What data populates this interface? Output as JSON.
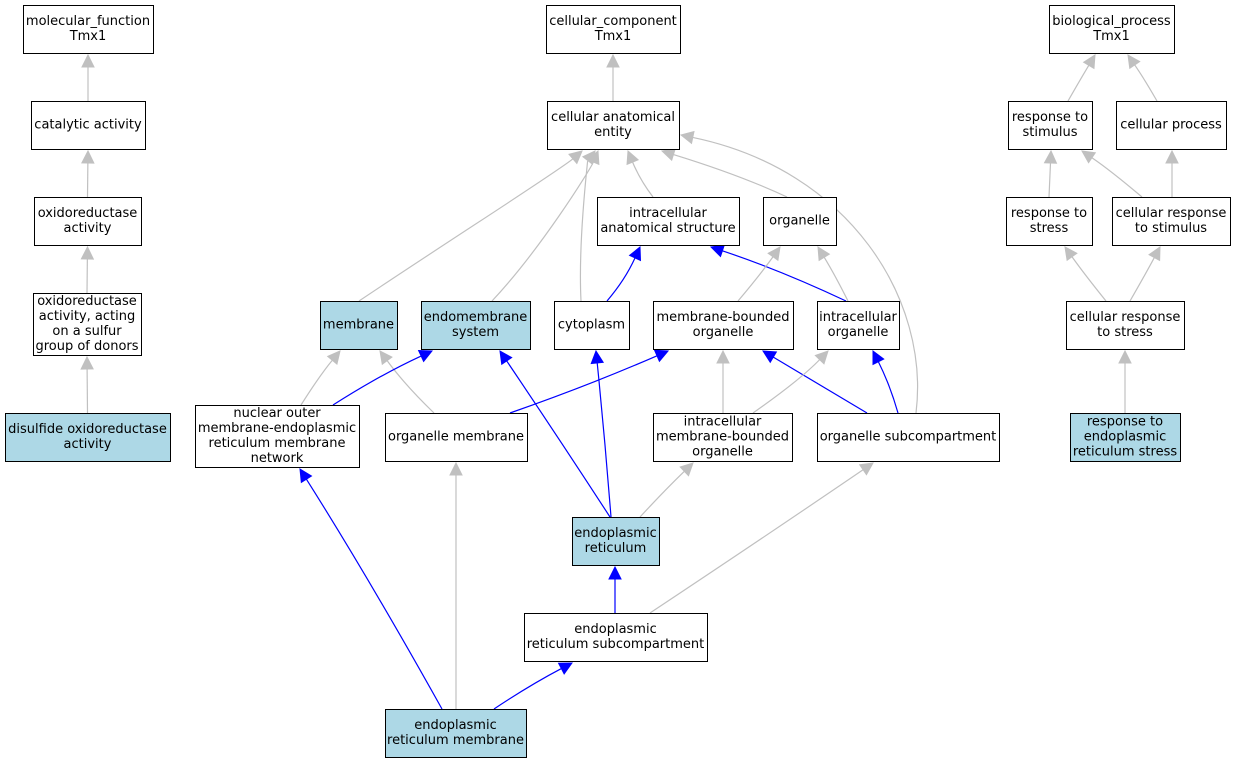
{
  "colors": {
    "highlight_fill": "#add8e6",
    "default_fill": "#ffffff",
    "grey_edge": "#c0c0c0",
    "blue_edge": "#0000ff"
  },
  "nodes": [
    {
      "id": "mf_root",
      "lines": [
        "molecular_function",
        "Tmx1"
      ],
      "highlight": false
    },
    {
      "id": "catalytic",
      "lines": [
        "catalytic activity"
      ],
      "highlight": false
    },
    {
      "id": "oxidored",
      "lines": [
        "oxidoreductase",
        "activity"
      ],
      "highlight": false
    },
    {
      "id": "oxidored_s",
      "lines": [
        "oxidoreductase",
        "activity, acting",
        "on a sulfur",
        "group of donors"
      ],
      "highlight": false
    },
    {
      "id": "disulfide",
      "lines": [
        "disulfide oxidoreductase",
        "activity"
      ],
      "highlight": true
    },
    {
      "id": "cc_root",
      "lines": [
        "cellular_component",
        "Tmx1"
      ],
      "highlight": false
    },
    {
      "id": "cae",
      "lines": [
        "cellular anatomical",
        "entity"
      ],
      "highlight": false
    },
    {
      "id": "ias",
      "lines": [
        "intracellular",
        "anatomical structure"
      ],
      "highlight": false
    },
    {
      "id": "organelle",
      "lines": [
        "organelle"
      ],
      "highlight": false
    },
    {
      "id": "membrane",
      "lines": [
        "membrane"
      ],
      "highlight": true
    },
    {
      "id": "endomem",
      "lines": [
        "endomembrane",
        "system"
      ],
      "highlight": true
    },
    {
      "id": "cytoplasm",
      "lines": [
        "cytoplasm"
      ],
      "highlight": false
    },
    {
      "id": "mbo",
      "lines": [
        "membrane-bounded",
        "organelle"
      ],
      "highlight": false
    },
    {
      "id": "io",
      "lines": [
        "intracellular",
        "organelle"
      ],
      "highlight": false
    },
    {
      "id": "nomern",
      "lines": [
        "nuclear outer",
        "membrane-endoplasmic",
        "reticulum membrane",
        "network"
      ],
      "highlight": false
    },
    {
      "id": "orgmem",
      "lines": [
        "organelle membrane"
      ],
      "highlight": false
    },
    {
      "id": "imbo",
      "lines": [
        "intracellular",
        "membrane-bounded",
        "organelle"
      ],
      "highlight": false
    },
    {
      "id": "osub",
      "lines": [
        "organelle subcompartment"
      ],
      "highlight": false
    },
    {
      "id": "er",
      "lines": [
        "endoplasmic",
        "reticulum"
      ],
      "highlight": true
    },
    {
      "id": "ersub",
      "lines": [
        "endoplasmic",
        "reticulum subcompartment"
      ],
      "highlight": false
    },
    {
      "id": "ermem",
      "lines": [
        "endoplasmic",
        "reticulum membrane"
      ],
      "highlight": true
    },
    {
      "id": "bp_root",
      "lines": [
        "biological_process",
        "Tmx1"
      ],
      "highlight": false
    },
    {
      "id": "rts",
      "lines": [
        "response to",
        "stimulus"
      ],
      "highlight": false
    },
    {
      "id": "cp",
      "lines": [
        "cellular process"
      ],
      "highlight": false
    },
    {
      "id": "rtstress",
      "lines": [
        "response to",
        "stress"
      ],
      "highlight": false
    },
    {
      "id": "crts",
      "lines": [
        "cellular response",
        "to stimulus"
      ],
      "highlight": false
    },
    {
      "id": "crtstress",
      "lines": [
        "cellular response",
        "to stress"
      ],
      "highlight": false
    },
    {
      "id": "rters",
      "lines": [
        "response to",
        "endoplasmic",
        "reticulum stress"
      ],
      "highlight": true
    }
  ],
  "edges": [
    {
      "from": "catalytic",
      "to": "mf_root",
      "color": "grey"
    },
    {
      "from": "oxidored",
      "to": "catalytic",
      "color": "grey"
    },
    {
      "from": "oxidored_s",
      "to": "oxidored",
      "color": "grey"
    },
    {
      "from": "disulfide",
      "to": "oxidored_s",
      "color": "grey"
    },
    {
      "from": "cae",
      "to": "cc_root",
      "color": "grey"
    },
    {
      "from": "ias",
      "to": "cae",
      "color": "grey"
    },
    {
      "from": "organelle",
      "to": "cae",
      "color": "grey"
    },
    {
      "from": "membrane",
      "to": "cae",
      "color": "grey"
    },
    {
      "from": "endomem",
      "to": "cae",
      "color": "grey"
    },
    {
      "from": "cytoplasm",
      "to": "cae",
      "color": "grey"
    },
    {
      "from": "osub",
      "to": "cae",
      "color": "grey"
    },
    {
      "from": "cytoplasm",
      "to": "ias",
      "color": "blue"
    },
    {
      "from": "io",
      "to": "ias",
      "color": "blue"
    },
    {
      "from": "mbo",
      "to": "organelle",
      "color": "grey"
    },
    {
      "from": "io",
      "to": "organelle",
      "color": "grey"
    },
    {
      "from": "nomern",
      "to": "membrane",
      "color": "grey"
    },
    {
      "from": "orgmem",
      "to": "membrane",
      "color": "grey"
    },
    {
      "from": "nomern",
      "to": "endomem",
      "color": "blue"
    },
    {
      "from": "orgmem",
      "to": "mbo",
      "color": "blue"
    },
    {
      "from": "imbo",
      "to": "mbo",
      "color": "grey"
    },
    {
      "from": "osub",
      "to": "mbo",
      "color": "blue"
    },
    {
      "from": "imbo",
      "to": "io",
      "color": "grey"
    },
    {
      "from": "osub",
      "to": "io",
      "color": "blue"
    },
    {
      "from": "er",
      "to": "endomem",
      "color": "blue"
    },
    {
      "from": "er",
      "to": "cytoplasm",
      "color": "blue"
    },
    {
      "from": "er",
      "to": "imbo",
      "color": "grey"
    },
    {
      "from": "ersub",
      "to": "er",
      "color": "blue"
    },
    {
      "from": "ersub",
      "to": "osub",
      "color": "grey"
    },
    {
      "from": "ermem",
      "to": "nomern",
      "color": "blue"
    },
    {
      "from": "ermem",
      "to": "orgmem",
      "color": "grey"
    },
    {
      "from": "ermem",
      "to": "ersub",
      "color": "blue"
    },
    {
      "from": "rts",
      "to": "bp_root",
      "color": "grey"
    },
    {
      "from": "cp",
      "to": "bp_root",
      "color": "grey"
    },
    {
      "from": "rtstress",
      "to": "rts",
      "color": "grey"
    },
    {
      "from": "crts",
      "to": "rts",
      "color": "grey"
    },
    {
      "from": "crts",
      "to": "cp",
      "color": "grey"
    },
    {
      "from": "crtstress",
      "to": "rtstress",
      "color": "grey"
    },
    {
      "from": "crtstress",
      "to": "crts",
      "color": "grey"
    },
    {
      "from": "rters",
      "to": "crtstress",
      "color": "grey"
    }
  ]
}
